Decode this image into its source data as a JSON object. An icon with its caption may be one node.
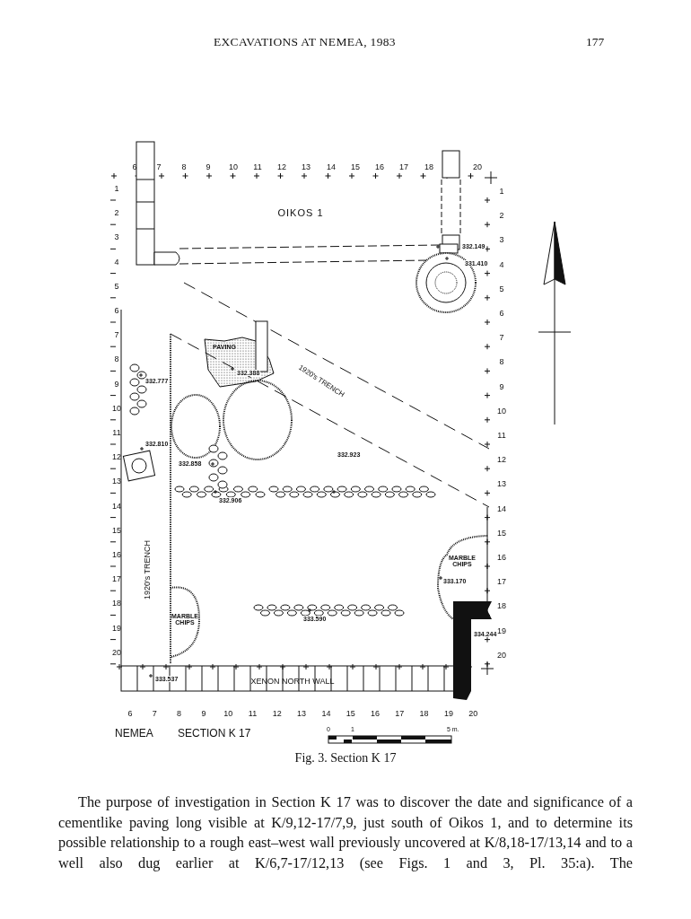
{
  "diagram": {
    "caption": "Fig. 3. Section K 17",
    "labels": [
      "EXCAVATIONS AT NEMEA, 1983",
      "177",
      "6",
      "7",
      "8",
      "9",
      "10",
      "11",
      "12",
      "13",
      "14",
      "15",
      "16",
      "17",
      "18",
      "20",
      "1",
      "2",
      "3",
      "4",
      "5",
      "6",
      "7",
      "8",
      "9",
      "10",
      "11",
      "12",
      "13",
      "14",
      "15",
      "16",
      "17",
      "18",
      "19",
      "20",
      "1",
      "2",
      "3",
      "4",
      "5",
      "6",
      "7",
      "8",
      "9",
      "10",
      "11",
      "12",
      "13",
      "14",
      "15",
      "16",
      "17",
      "18",
      "19",
      "20",
      "6",
      "7",
      "8",
      "9",
      "10",
      "11",
      "12",
      "13",
      "14",
      "15",
      "16",
      "17",
      "18",
      "19",
      "20",
      "OIKOS 1",
      "PAVING",
      "1920's TRENCH",
      "1920's TRENCH",
      "MARBLE CHIPS",
      "MARBLE CHIPS",
      "XENON NORTH WALL",
      "NEMEA",
      "SECTION K 17",
      "332.149",
      "331.410",
      "332.777",
      "332.388",
      "332.810",
      "332.858",
      "332.906",
      "332.923",
      "333.170",
      "334.244",
      "333.590",
      "333.537",
      "0",
      "1",
      "5 m.",
      "The purpose of investigation in Section K 17 was to discover the date and significance of a cementlike paving long visible at K/9,12-17/7,9, just south of Oikos 1, and to determine its possible relationship to a rough east–west wall previously uncovered at K/8,18-17/13,14 and to a well also dug earlier at K/6,7-17/12,13 (see Figs. 1 and 3, Pl. 35:a). The"
    ]
  }
}
